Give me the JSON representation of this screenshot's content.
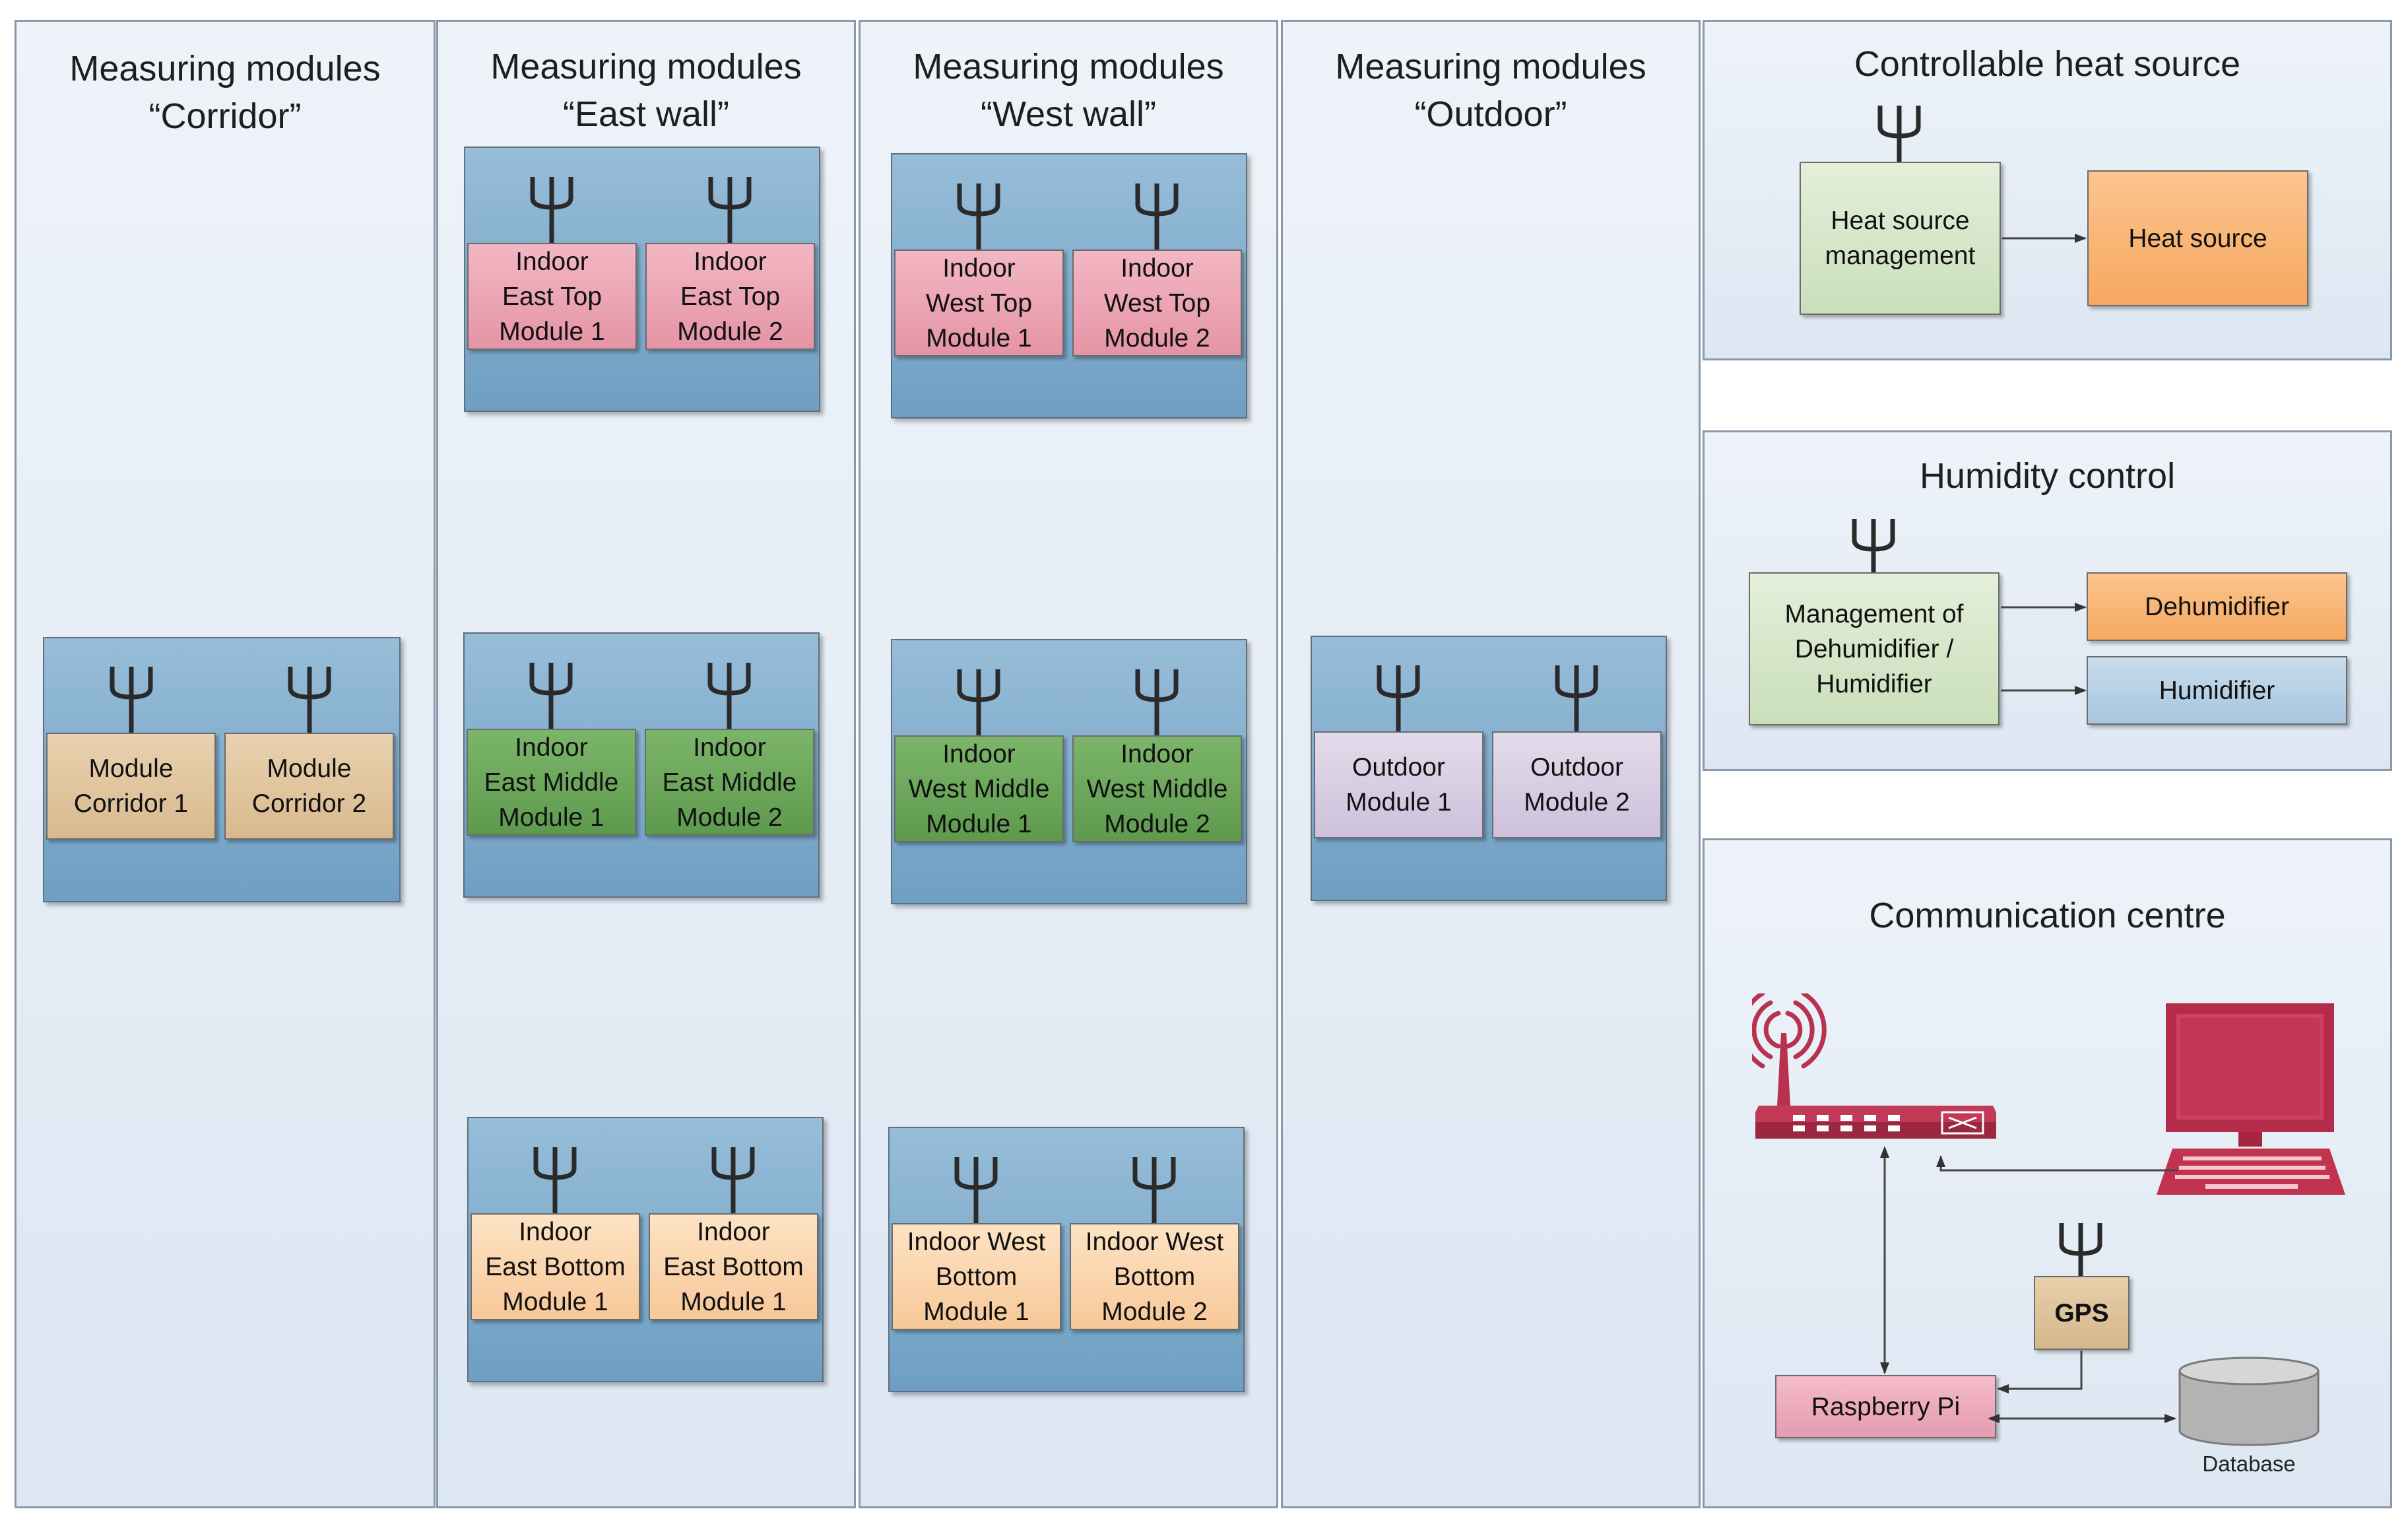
{
  "panels": {
    "corridor": {
      "title": "Measuring modules\n“Corridor”"
    },
    "east": {
      "title": "Measuring modules\n“East wall”"
    },
    "west": {
      "title": "Measuring modules\n“West wall”"
    },
    "outdoor": {
      "title": "Measuring modules\n“Outdoor”"
    },
    "heat": {
      "title": "Controllable heat source"
    },
    "humidity": {
      "title": "Humidity control"
    },
    "comm": {
      "title": "Communication centre"
    }
  },
  "modules": {
    "corridor_1": "Module\nCorridor 1",
    "corridor_2": "Module\nCorridor 2",
    "east_top_1": "Indoor\nEast Top\nModule 1",
    "east_top_2": "Indoor\nEast Top\nModule 2",
    "east_middle_1": "Indoor\nEast Middle\nModule 1",
    "east_middle_2": "Indoor\nEast Middle\nModule 2",
    "east_bottom_1": "Indoor\nEast Bottom\nModule 1",
    "east_bottom_2": "Indoor\nEast Bottom\nModule 1",
    "west_top_1": "Indoor\nWest Top\nModule 1",
    "west_top_2": "Indoor\nWest Top\nModule 2",
    "west_middle_1": "Indoor\nWest Middle\nModule 1",
    "west_middle_2": "Indoor\nWest Middle\nModule 2",
    "west_bottom_1": "Indoor West\nBottom\nModule 1",
    "west_bottom_2": "Indoor West\nBottom\nModule 2",
    "outdoor_1": "Outdoor\nModule 1",
    "outdoor_2": "Outdoor\nModule 2"
  },
  "heat": {
    "management": "Heat source\nmanagement",
    "source": "Heat source"
  },
  "humidity": {
    "management": "Management of\nDehumidifier /\nHumidifier",
    "dehumidifier": "Dehumidifier",
    "humidifier": "Humidifier"
  },
  "comm": {
    "gps": "GPS",
    "raspberry": "Raspberry Pi",
    "database": "Database"
  },
  "icons": {
    "antenna": "antenna-icon",
    "router": "wifi-router-icon",
    "computer": "desktop-computer-icon",
    "database": "database-cylinder-icon"
  },
  "colors": {
    "antenna": "#2a2a2a",
    "router": "#b8324f",
    "computer": "#c2334f",
    "database": "#b0b0b0"
  }
}
